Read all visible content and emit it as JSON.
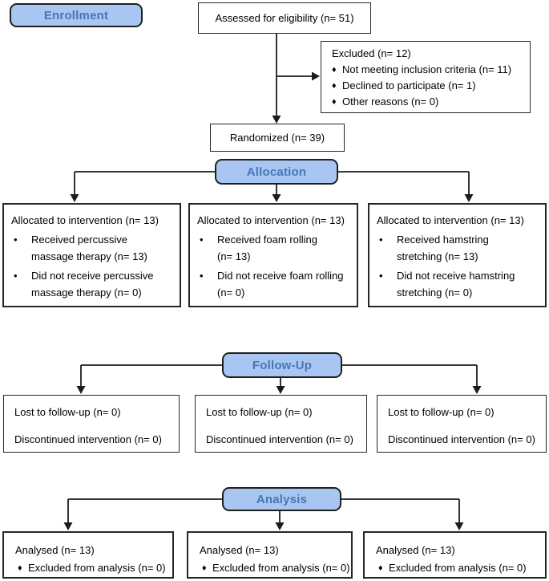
{
  "colors": {
    "stage_fill": "#a8c6f1",
    "stage_text": "#4576b9",
    "stage_border": "#1f1f1f",
    "box_border": "#262626",
    "connector_line": "#1c1c1c"
  },
  "bullets": {
    "round": "•",
    "diamond": "♦"
  },
  "stages": {
    "enrollment": "Enrollment",
    "allocation": "Allocation",
    "followup": "Follow-Up",
    "analysis": "Analysis"
  },
  "enrollment": {
    "assessed": "Assessed for eligibility (n= 51)",
    "excluded": {
      "title": "Excluded (n= 12)",
      "items": [
        "Not meeting inclusion criteria (n= 11)",
        "Declined to participate (n= 1)",
        "Other reasons (n= 0)"
      ]
    },
    "randomized": "Randomized (n= 39)"
  },
  "allocation": [
    {
      "title": "Allocated to intervention (n= 13)",
      "items": [
        "Received percussive\nmassage therapy (n= 13)",
        "Did not receive percussive\nmassage therapy (n= 0)"
      ]
    },
    {
      "title": "Allocated to intervention (n= 13)",
      "items": [
        "Received foam rolling\n(n= 13)",
        "Did not receive foam rolling\n(n= 0)"
      ]
    },
    {
      "title": "Allocated to intervention (n= 13)",
      "items": [
        "Received hamstring\nstretching (n= 13)",
        "Did not receive hamstring\nstretching (n= 0)"
      ]
    }
  ],
  "followup": [
    {
      "lost": "Lost to follow-up (n= 0)",
      "discontinued": "Discontinued intervention (n= 0)"
    },
    {
      "lost": "Lost to follow-up (n= 0)",
      "discontinued": "Discontinued intervention (n= 0)"
    },
    {
      "lost": "Lost to follow-up (n= 0)",
      "discontinued": "Discontinued intervention (n= 0)"
    }
  ],
  "analysis": [
    {
      "title": "Analysed (n= 13)",
      "excluded": "Excluded from analysis (n= 0)"
    },
    {
      "title": "Analysed (n= 13)",
      "excluded": "Excluded from analysis (n= 0)"
    },
    {
      "title": "Analysed (n= 13)",
      "excluded": "Excluded from analysis (n= 0)"
    }
  ]
}
